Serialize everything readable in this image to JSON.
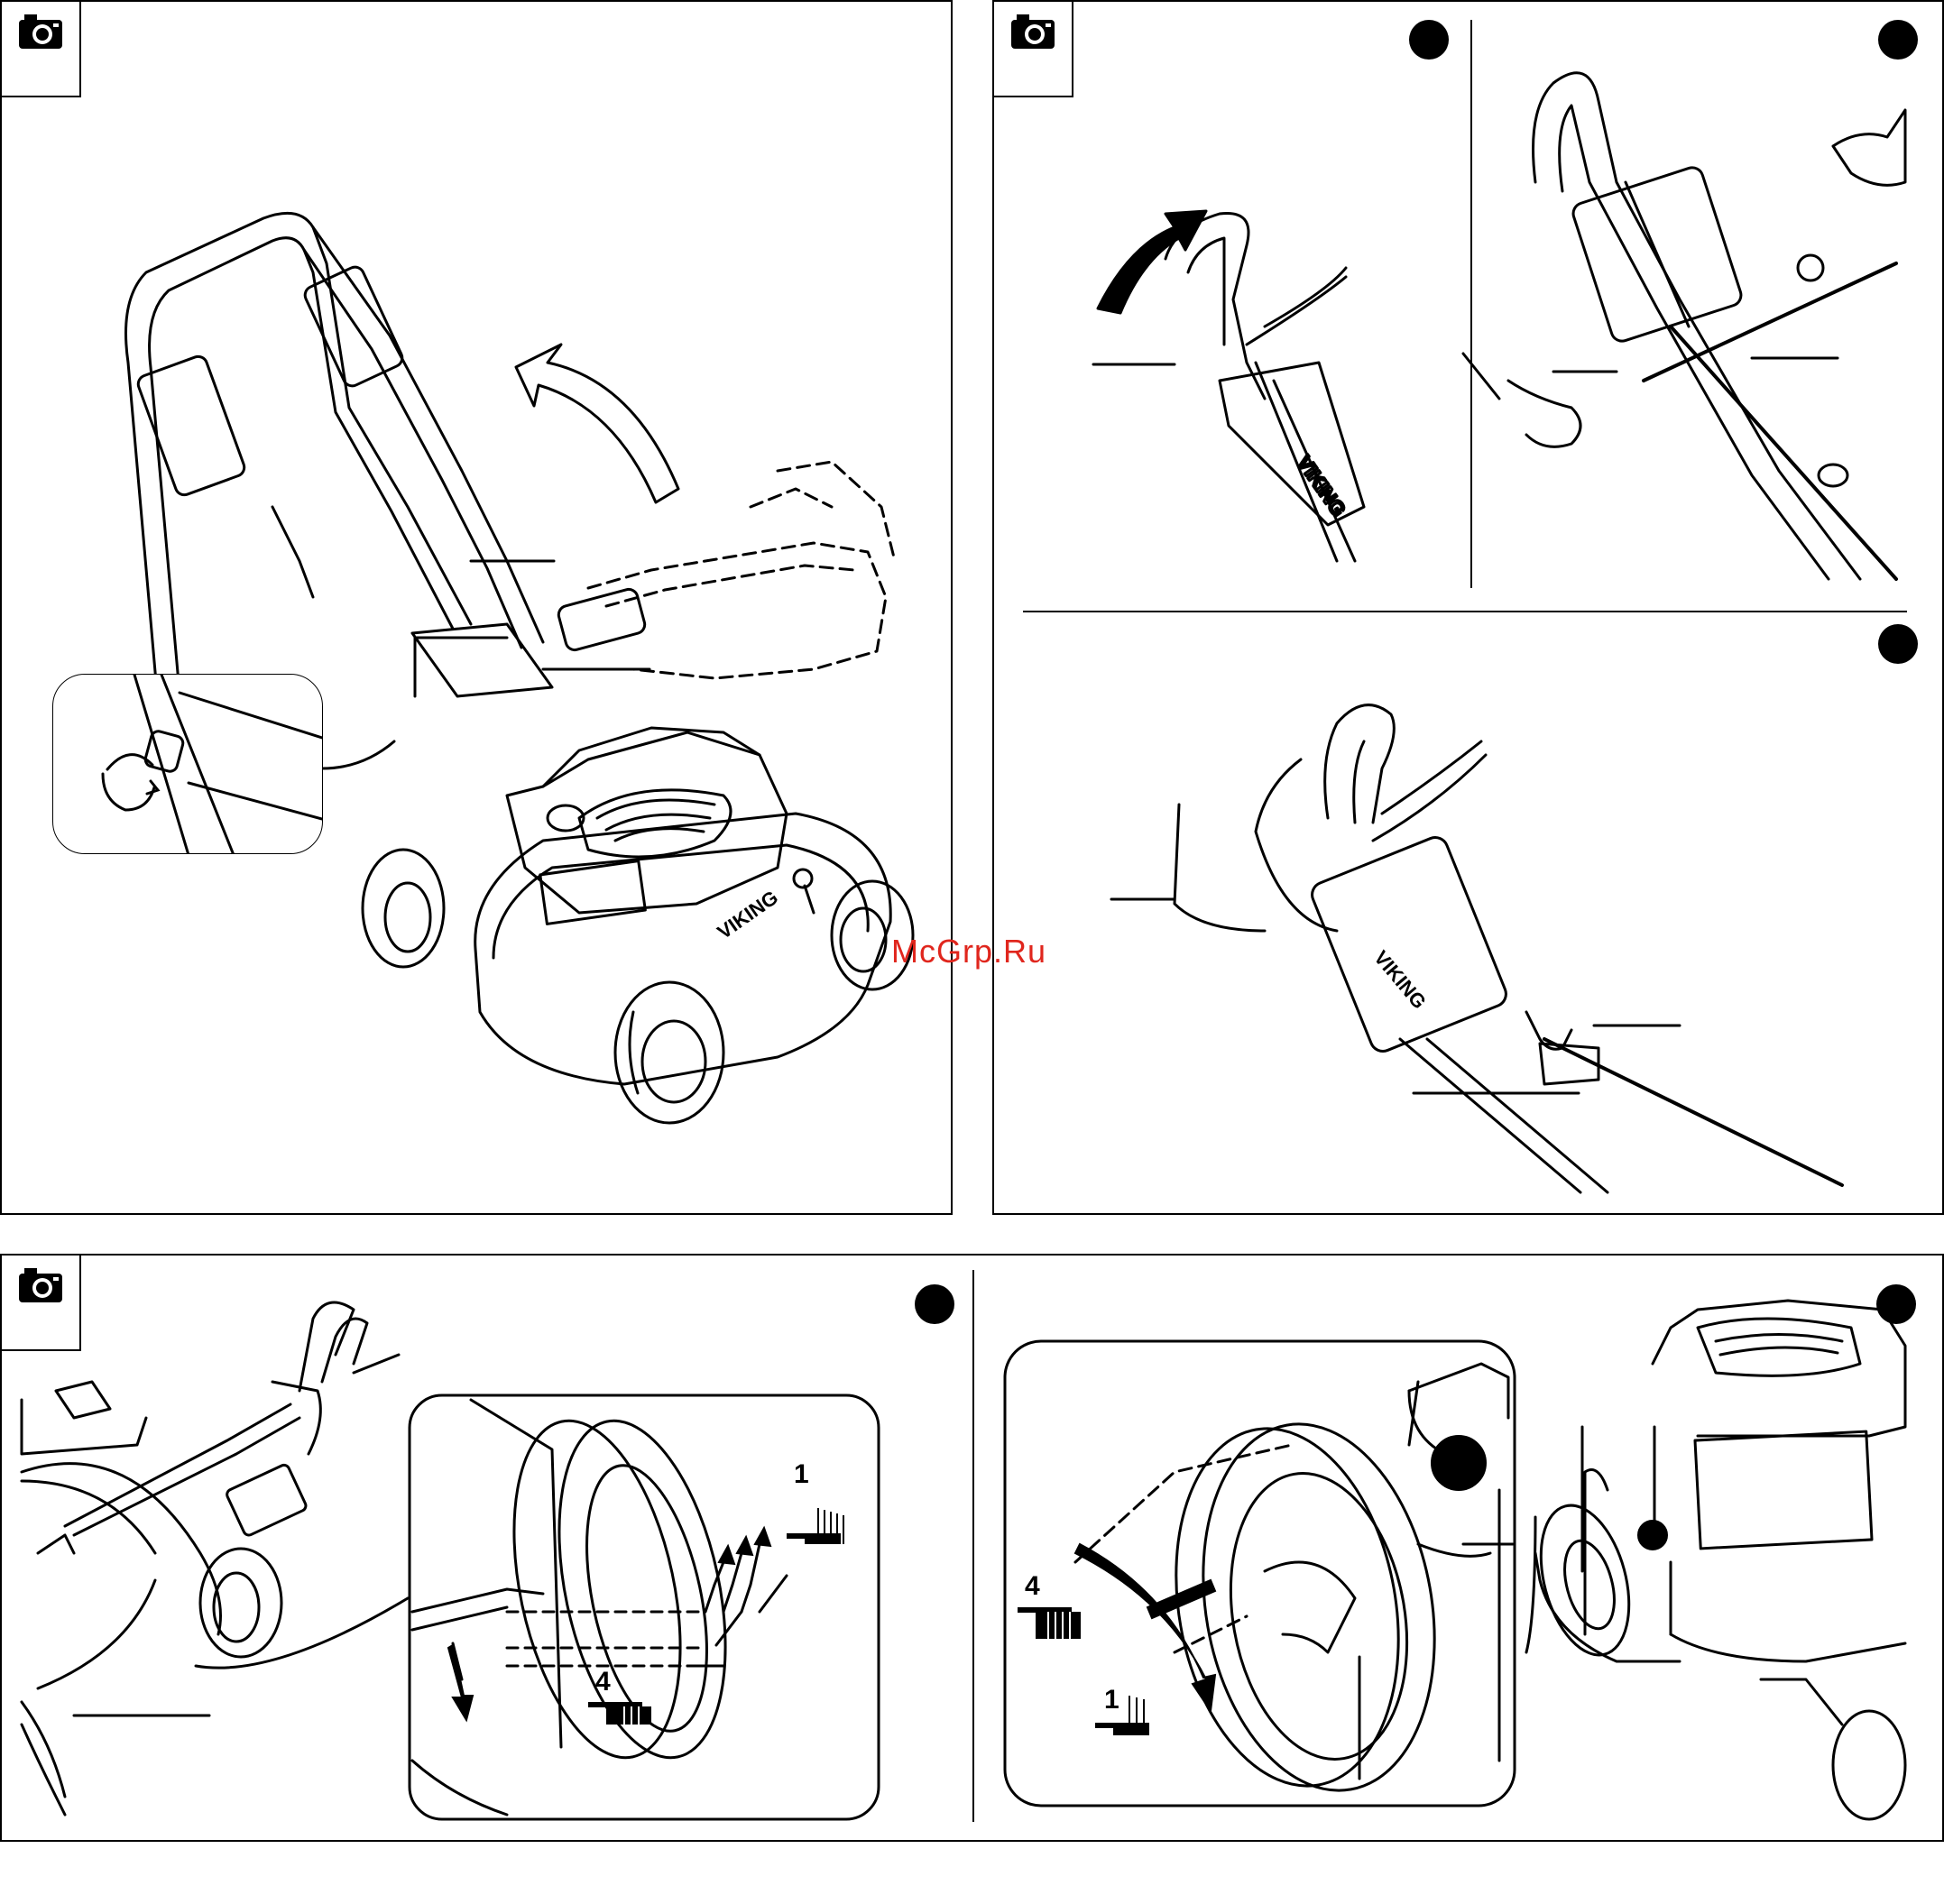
{
  "watermark": {
    "text": "McGrp.Ru",
    "color": "#e0261d"
  },
  "brand_mark": "VIKING",
  "icons": {
    "section_marker": "camera-icon",
    "step_marker": "filled-circle"
  },
  "height_settings": {
    "low": "1",
    "high": "4"
  }
}
